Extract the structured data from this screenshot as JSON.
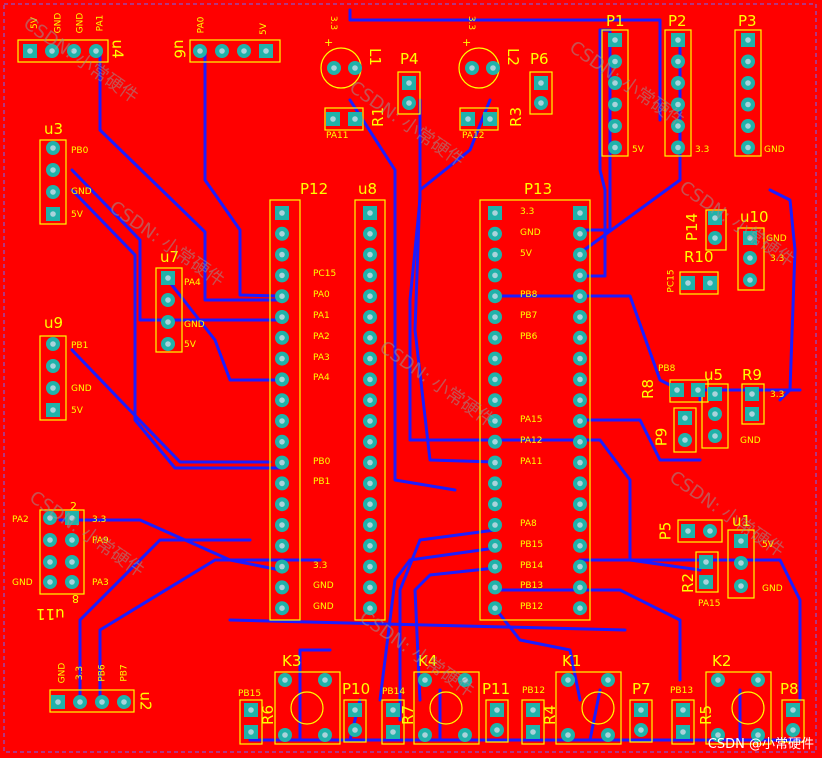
{
  "colors": {
    "board": "#ff0000",
    "trace": "#1c1cff",
    "silk": "#ffff00",
    "pad": "#20b2aa"
  },
  "components": {
    "P1": "P1",
    "P2": "P2",
    "P3": "P3",
    "P4": "P4",
    "P5": "P5",
    "P6": "P6",
    "P7": "P7",
    "P8": "P8",
    "P9": "P9",
    "P10": "P10",
    "P11": "P11",
    "P12": "P12",
    "P13": "P13",
    "P14": "P14",
    "u1": "u1",
    "u2": "u2",
    "u3": "u3",
    "u4": "u4",
    "u5": "u5",
    "u6": "u6",
    "u7": "u7",
    "u8": "u8",
    "u9": "u9",
    "u10": "u10",
    "u11": "u11",
    "R1": "R1",
    "R2": "R2",
    "R3": "R3",
    "R4": "R4",
    "R5": "R5",
    "R6": "R6",
    "R7": "R7",
    "R8": "R8",
    "R9": "R9",
    "R10": "R10",
    "K1": "K1",
    "K2": "K2",
    "K3": "K3",
    "K4": "K4",
    "L1": "L1",
    "L2": "L2"
  },
  "p12_pins": [
    "",
    "",
    "",
    "PC15",
    "PA0",
    "PA1",
    "PA2",
    "PA3",
    "PA4",
    "",
    "",
    "",
    "PB0",
    "PB1",
    "",
    "",
    "",
    "3.3",
    "GND",
    "GND"
  ],
  "p13_pins": [
    "3.3",
    "GND",
    "5V",
    "",
    "PB8",
    "PB7",
    "PB6",
    "",
    "",
    "",
    "PA15",
    "PA12",
    "PA11",
    "",
    "",
    "PA8",
    "PB15",
    "PB14",
    "PB13",
    "PB12"
  ],
  "labels": {
    "u4_pins": [
      "5V",
      "GND",
      "GND",
      "PA1"
    ],
    "u6_pins": [
      "PA0",
      "",
      "",
      "5V"
    ],
    "u3_pins": [
      "PB0",
      "",
      "GND",
      "5V"
    ],
    "u7_pins": [
      "PA4",
      "",
      "GND",
      "5V"
    ],
    "u9_pins": [
      "PB1",
      "",
      "GND",
      "5V"
    ],
    "u2_pins": [
      "GND",
      "3.3",
      "PB6",
      "PB7"
    ],
    "u11": {
      "pa2": "PA2",
      "v33": "3.3",
      "pa9": "PA9",
      "gnd": "GND",
      "pa3": "PA3",
      "n2": "2",
      "n8": "8"
    },
    "u10_pins": [
      "GND",
      "3.3"
    ],
    "u5_pins": [
      "3.3",
      "GND"
    ],
    "u1_pins": [
      "5V",
      "GND"
    ],
    "p1_5v": "5V",
    "p2_33": "3.3",
    "p3_gnd": "GND",
    "l1_33": "3.3",
    "l2_33": "3.3",
    "l1_plus": "+",
    "l2_plus": "+",
    "pa11": "PA11",
    "pa12": "PA12",
    "pa15": "PA15",
    "pc15": "PC15",
    "pb8": "PB8",
    "pb15": "PB15",
    "pb14": "PB14",
    "pb12": "PB12",
    "pb13": "PB13"
  },
  "watermark": "CSDN: 小常硬件",
  "credit": "CSDN @小常硬件"
}
